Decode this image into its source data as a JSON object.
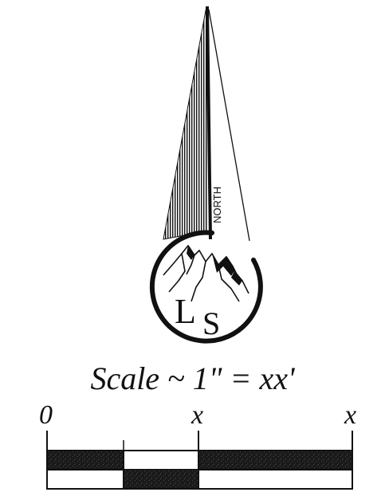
{
  "north_arrow": {
    "north_label": "NORTH",
    "emblem_letters": [
      "L",
      "S"
    ]
  },
  "scale": {
    "title": "Scale ~ 1\" = xx'",
    "labels": [
      "0",
      "x",
      "x"
    ]
  },
  "colors": {
    "ink": "#111111",
    "paper": "#ffffff"
  }
}
